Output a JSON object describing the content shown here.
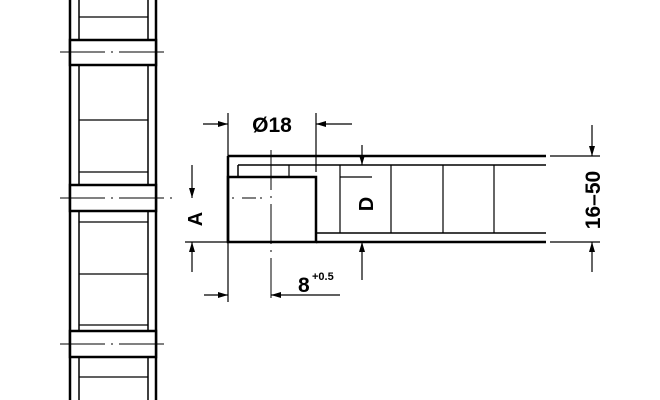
{
  "labels": {
    "diameter": "Ø18",
    "depth": "D",
    "offset": "A",
    "bore_distance": "8",
    "bore_tolerance": "+0.5",
    "panel_thickness": "16–50"
  },
  "colors": {
    "line": "#000000",
    "background": "#ffffff"
  }
}
